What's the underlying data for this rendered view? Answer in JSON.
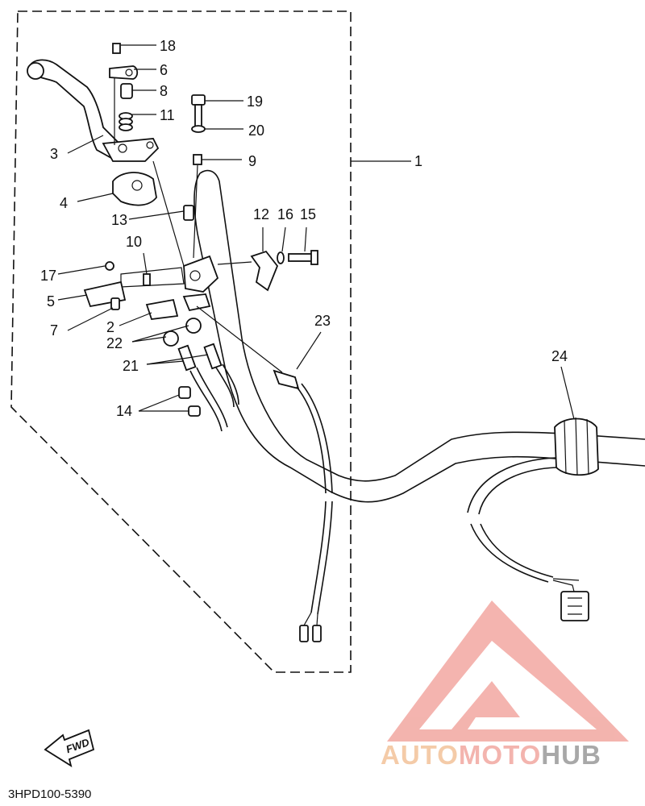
{
  "callouts": {
    "c1": "1",
    "c2": "2",
    "c3": "3",
    "c4": "4",
    "c5": "5",
    "c6": "6",
    "c7": "7",
    "c8": "8",
    "c9": "9",
    "c10": "10",
    "c11": "11",
    "c12": "12",
    "c13": "13",
    "c14": "14",
    "c15": "15",
    "c16": "16",
    "c17": "17",
    "c18": "18",
    "c19": "19",
    "c20": "20",
    "c21": "21",
    "c22": "22",
    "c23": "23",
    "c24": "24"
  },
  "fwd_label": "FWD",
  "diagram_code": "3HPD100-5390",
  "watermark": {
    "part1": "AUTO",
    "part2": "MOTO",
    "part3": "HUB"
  },
  "colors": {
    "line": "#111111",
    "watermark_red": "#f2a7a1",
    "watermark_orange": "#f3c29a",
    "watermark_gray": "#9a9a9a"
  }
}
